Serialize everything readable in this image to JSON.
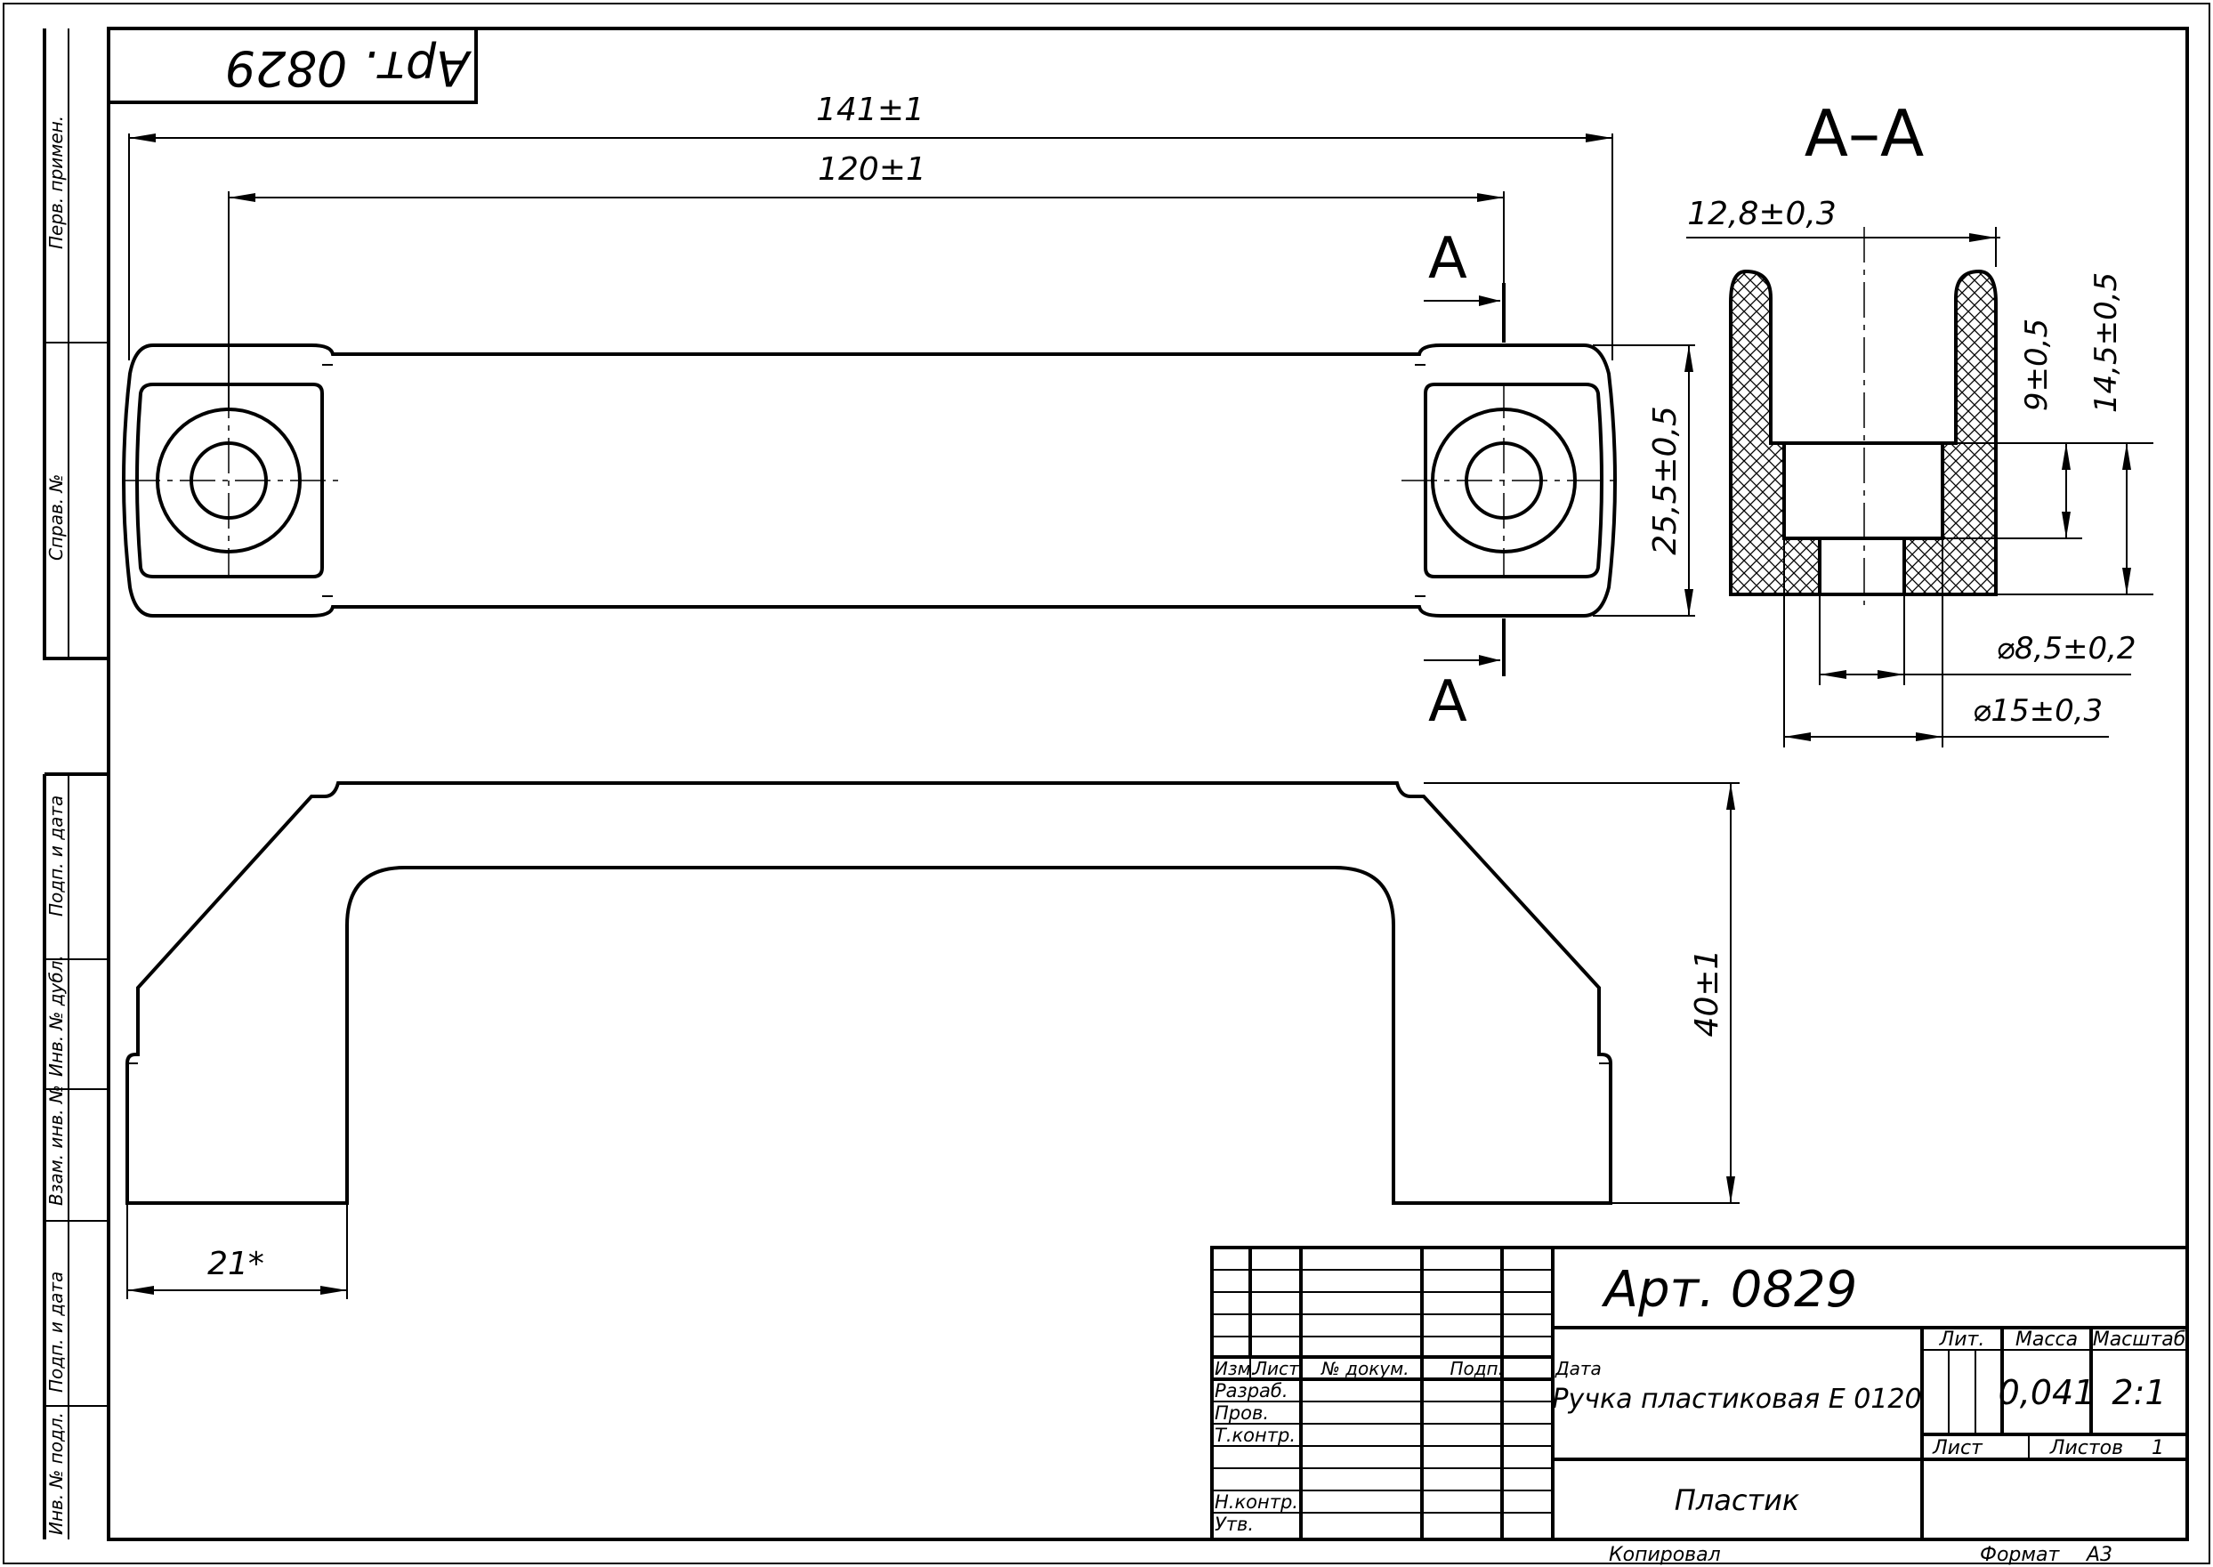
{
  "drawing": {
    "article_upside": "Арт. 0829",
    "section_label": "А–А",
    "cut_label_top": "А",
    "cut_label_bottom": "А"
  },
  "dimensions": {
    "overall_length": "141±1",
    "hole_spacing": "120±1",
    "width": "25,5±0,5",
    "height": "40±1",
    "foot": "21*",
    "section_width": "12,8±0,3",
    "section_depth": "9±0,5",
    "section_height": "14,5±0,5",
    "bore_small": "⌀8,5±0,2",
    "bore_large": "⌀15±0,3"
  },
  "side_strip": {
    "perv_primen": "Перв. примен.",
    "sprav": "Справ. №",
    "podp_data_1": "Подп. и дата",
    "inv_dubl": "Инв. № дубл.",
    "vzam_inv": "Взам. инв. №",
    "podp_data_2": "Подп. и дата",
    "inv_podl": "Инв. № подл."
  },
  "title_block": {
    "article": "Арт. 0829",
    "name": "Ручка пластиковая Е 0120",
    "material": "Пластик",
    "lit_label": "Лит.",
    "mass_label": "Масса",
    "scale_label": "Масштаб",
    "mass_value": "0,041",
    "scale_value": "2:1",
    "sheet_label": "Лист",
    "sheets_label": "Листов",
    "sheets_value": "1",
    "col_izm": "Изм.",
    "col_list": "Лист",
    "col_doc": "№ докум.",
    "col_podp": "Подп.",
    "col_data": "Дата",
    "razrab": "Разраб.",
    "prov": "Пров.",
    "tkontr": "Т.контр.",
    "nkontr": "Н.контр.",
    "utv": "Утв."
  },
  "footer": {
    "kopiroval": "Копировал",
    "format_label": "Формат",
    "format_value": "А3"
  }
}
